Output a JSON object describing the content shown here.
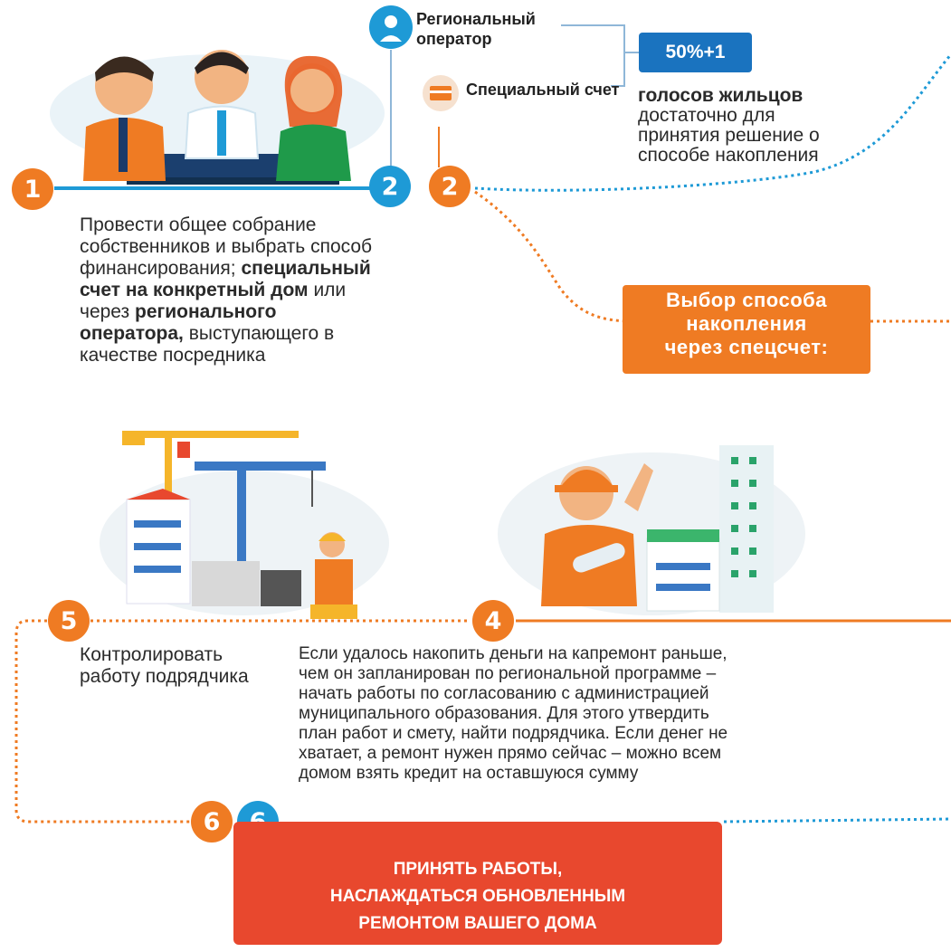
{
  "colors": {
    "orange": "#ef7b23",
    "blue": "#1e9ad6",
    "red": "#e8482e",
    "dark_blue": "#1a73bf"
  },
  "step1": {
    "number": "1",
    "text_prefix": "Провести общее собрание собственников и выбрать способ финансирования;",
    "bold_a": "специальный счет на конкретный дом",
    "text_mid": "или через",
    "bold_b": "регионального оператора,",
    "text_suffix": "выступающего в качестве посредника"
  },
  "step2": {
    "number_blue": "2",
    "number_orange": "2",
    "label_regional": "Региональный оператор",
    "label_special": "Специальный счет",
    "votes_badge": "50%+1",
    "votes_bold": "голосов жильцов",
    "votes_text": "достаточно для принятия решение о способе накопления"
  },
  "callout": {
    "line1": "Выбор способа",
    "line2": "накопления",
    "line3": "через спецсчет:"
  },
  "step4": {
    "number": "4",
    "text": "Если удалось накопить деньги на капремонт раньше, чем он запланирован  по региональной программе – начать работы по согласованию с администрацией муниципального образования. Для этого утвердить план работ и смету, найти подрядчика. Если денег не хватает, а ремонт нужен прямо сейчас – можно всем домом взять кредит на оставшуюся сумму"
  },
  "step5": {
    "number": "5",
    "text": "Контролировать работу подрядчика"
  },
  "step6": {
    "number_orange": "6",
    "number_blue": "6",
    "line1": "ПРИНЯТЬ РАБОТЫ,",
    "line2": "НАСЛАЖДАТЬСЯ ОБНОВЛЕННЫМ",
    "line3": "РЕМОНТОМ ВАШЕГО ДОМА"
  },
  "icons": {
    "people": "people-meeting-illustration",
    "regional": "person-icon",
    "special": "card-icon",
    "construction": "construction-site-illustration",
    "worker": "worker-illustration"
  }
}
